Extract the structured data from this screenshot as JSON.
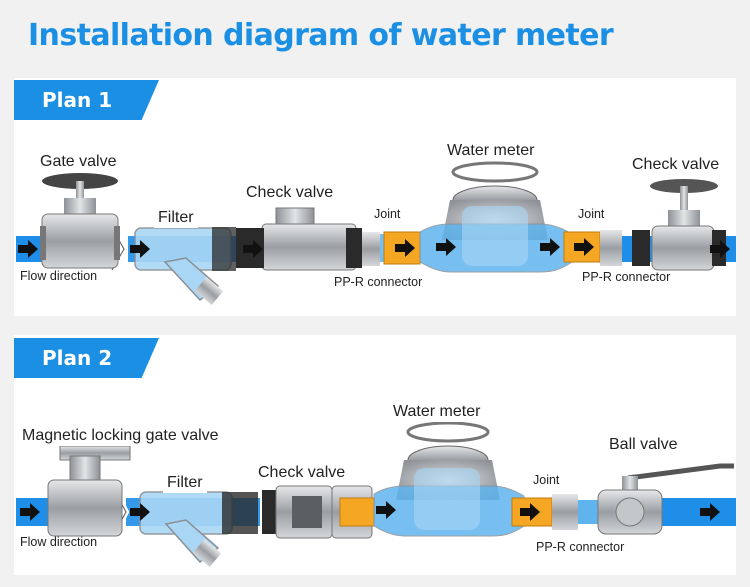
{
  "title": "Installation diagram of water meter",
  "plans": [
    {
      "name": "Plan 1",
      "labels": {
        "gate_valve": "Gate valve",
        "filter": "Filter",
        "check_valve": "Check valve",
        "water_meter": "Water meter",
        "check_valve_2": "Check valve",
        "joint_left": "Joint",
        "joint_right": "Joint",
        "flow_direction": "Flow direction",
        "ppr_left": "PP-R connector",
        "ppr_right": "PP-R connector"
      }
    },
    {
      "name": "Plan 2",
      "labels": {
        "magnetic_gate_valve": "Magnetic locking gate valve",
        "filter": "Filter",
        "check_valve": "Check valve",
        "water_meter": "Water meter",
        "ball_valve": "Ball valve",
        "joint": "Joint",
        "flow_direction": "Flow direction",
        "ppr": "PP-R connector"
      }
    }
  ],
  "colors": {
    "accent": "#1a8fe3",
    "pipe": "#1f8ee8",
    "joint": "#f5a623",
    "metal": "#b5b8bc"
  }
}
